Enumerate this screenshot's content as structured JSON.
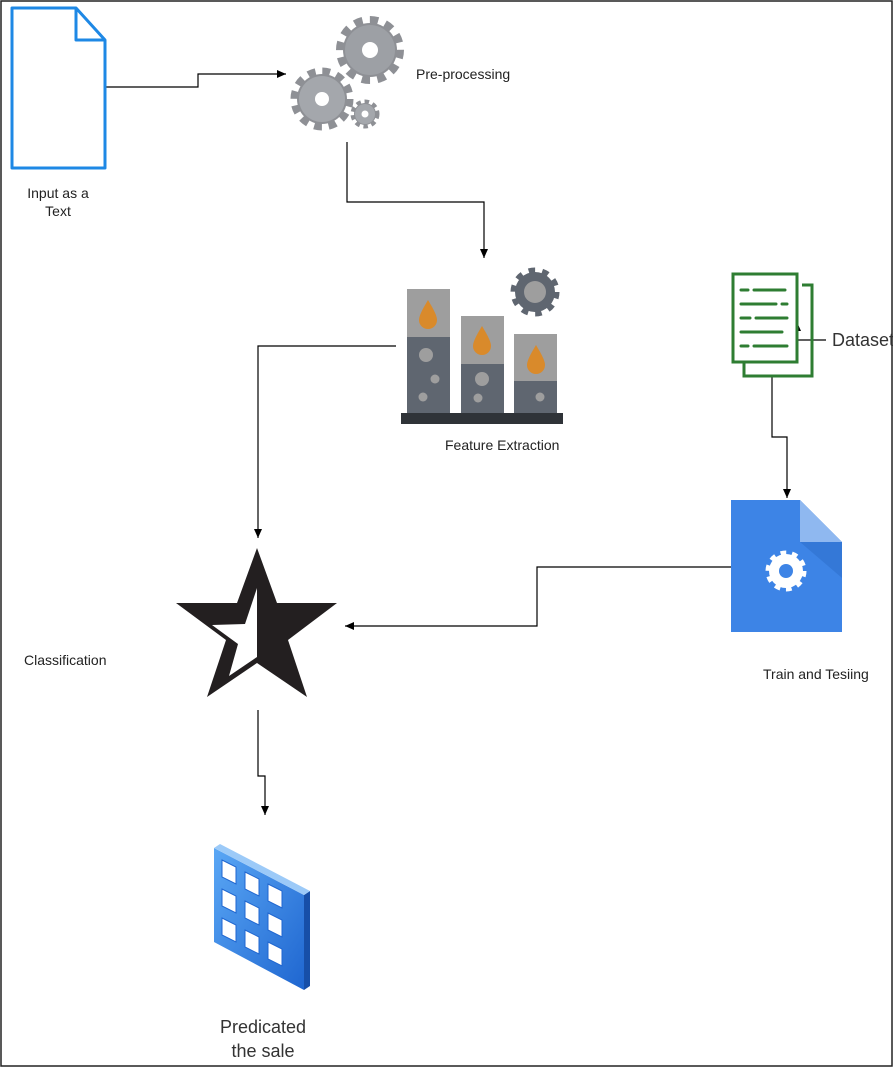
{
  "nodes": {
    "input_text": {
      "label": "Input as a\nText"
    },
    "preprocessing": {
      "label": "Pre-processing"
    },
    "feature_extraction": {
      "label": "Feature Extraction"
    },
    "dataset": {
      "label": "Dataset"
    },
    "train_testing": {
      "label": "Train and Tesiing"
    },
    "classification": {
      "label": "Classification"
    },
    "prediction": {
      "label": "Predicated\nthe sale"
    }
  },
  "colors": {
    "doc_outline": "#1e88e5",
    "gear_gray": "#8e9095",
    "factory_dark": "#5f6670",
    "factory_light": "#9e9e9e",
    "oil_drop": "#d98a2b",
    "dataset_green": "#2e7d32",
    "train_blue": "#3d84e6",
    "star_black": "#231f20",
    "grid_blue": "#2f7fe0",
    "edge": "#000000"
  },
  "icons": {
    "input_text": "document-icon",
    "preprocessing": "gears-icon",
    "feature_extraction": "factory-icon",
    "dataset": "dataset-document-icon",
    "train_testing": "settings-file-icon",
    "classification": "half-star-icon",
    "prediction": "grid-panel-icon"
  }
}
